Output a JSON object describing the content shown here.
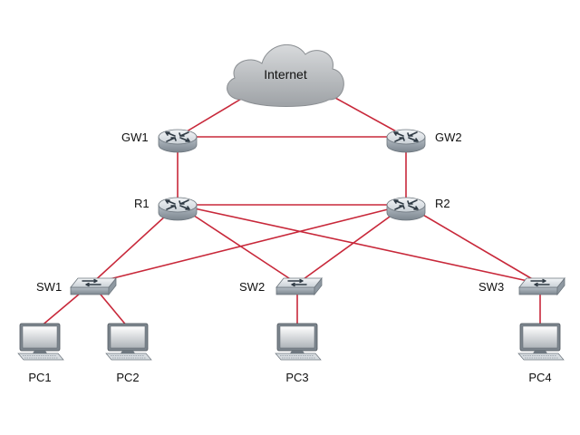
{
  "colors": {
    "link": "#c8283a",
    "device_top": "#e4e8ec",
    "device_side": "#8c96a0",
    "cloud": "#b9bcbf"
  },
  "cloud": {
    "label": "Internet",
    "icon": "cloud-icon"
  },
  "routers": [
    {
      "id": "GW1",
      "label": "GW1",
      "icon": "router-icon"
    },
    {
      "id": "GW2",
      "label": "GW2",
      "icon": "router-icon"
    },
    {
      "id": "R1",
      "label": "R1",
      "icon": "router-icon"
    },
    {
      "id": "R2",
      "label": "R2",
      "icon": "router-icon"
    }
  ],
  "switches": [
    {
      "id": "SW1",
      "label": "SW1",
      "icon": "switch-icon"
    },
    {
      "id": "SW2",
      "label": "SW2",
      "icon": "switch-icon"
    },
    {
      "id": "SW3",
      "label": "SW3",
      "icon": "switch-icon"
    }
  ],
  "pcs": [
    {
      "id": "PC1",
      "label": "PC1",
      "icon": "pc-icon"
    },
    {
      "id": "PC2",
      "label": "PC2",
      "icon": "pc-icon"
    },
    {
      "id": "PC3",
      "label": "PC3",
      "icon": "pc-icon"
    },
    {
      "id": "PC4",
      "label": "PC4",
      "icon": "pc-icon"
    }
  ],
  "links": [
    [
      "Internet",
      "GW1"
    ],
    [
      "Internet",
      "GW2"
    ],
    [
      "GW1",
      "GW2"
    ],
    [
      "GW1",
      "R1"
    ],
    [
      "GW2",
      "R2"
    ],
    [
      "R1",
      "R2"
    ],
    [
      "R1",
      "SW1"
    ],
    [
      "R1",
      "SW2"
    ],
    [
      "R1",
      "SW3"
    ],
    [
      "R2",
      "SW1"
    ],
    [
      "R2",
      "SW2"
    ],
    [
      "R2",
      "SW3"
    ],
    [
      "SW1",
      "PC1"
    ],
    [
      "SW1",
      "PC2"
    ],
    [
      "SW2",
      "PC3"
    ],
    [
      "SW3",
      "PC4"
    ]
  ]
}
